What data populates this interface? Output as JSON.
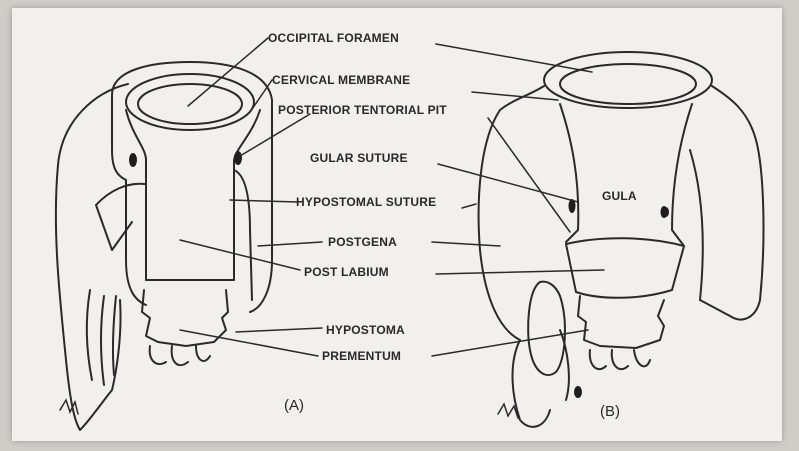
{
  "labels": {
    "occipital_foramen": "OCCIPITAL FORAMEN",
    "cervical_membrane": "CERVICAL MEMBRANE",
    "posterior_tentorial_pit": "POSTERIOR TENTORIAL PIT",
    "gular_suture": "GULAR SUTURE",
    "gula": "GULA",
    "hypostomal_suture": "HYPOSTOMAL SUTURE",
    "postgena": "POSTGENA",
    "post_labium": "POST LABIUM",
    "hypostoma": "HYPOSTOMA",
    "prementum": "PREMENTUM"
  },
  "panels": {
    "a": "(A)",
    "b": "(B)"
  },
  "colors": {
    "paper": "#f1f0ed",
    "ink": "#2b2a2a",
    "background": "#cfcdc8"
  }
}
